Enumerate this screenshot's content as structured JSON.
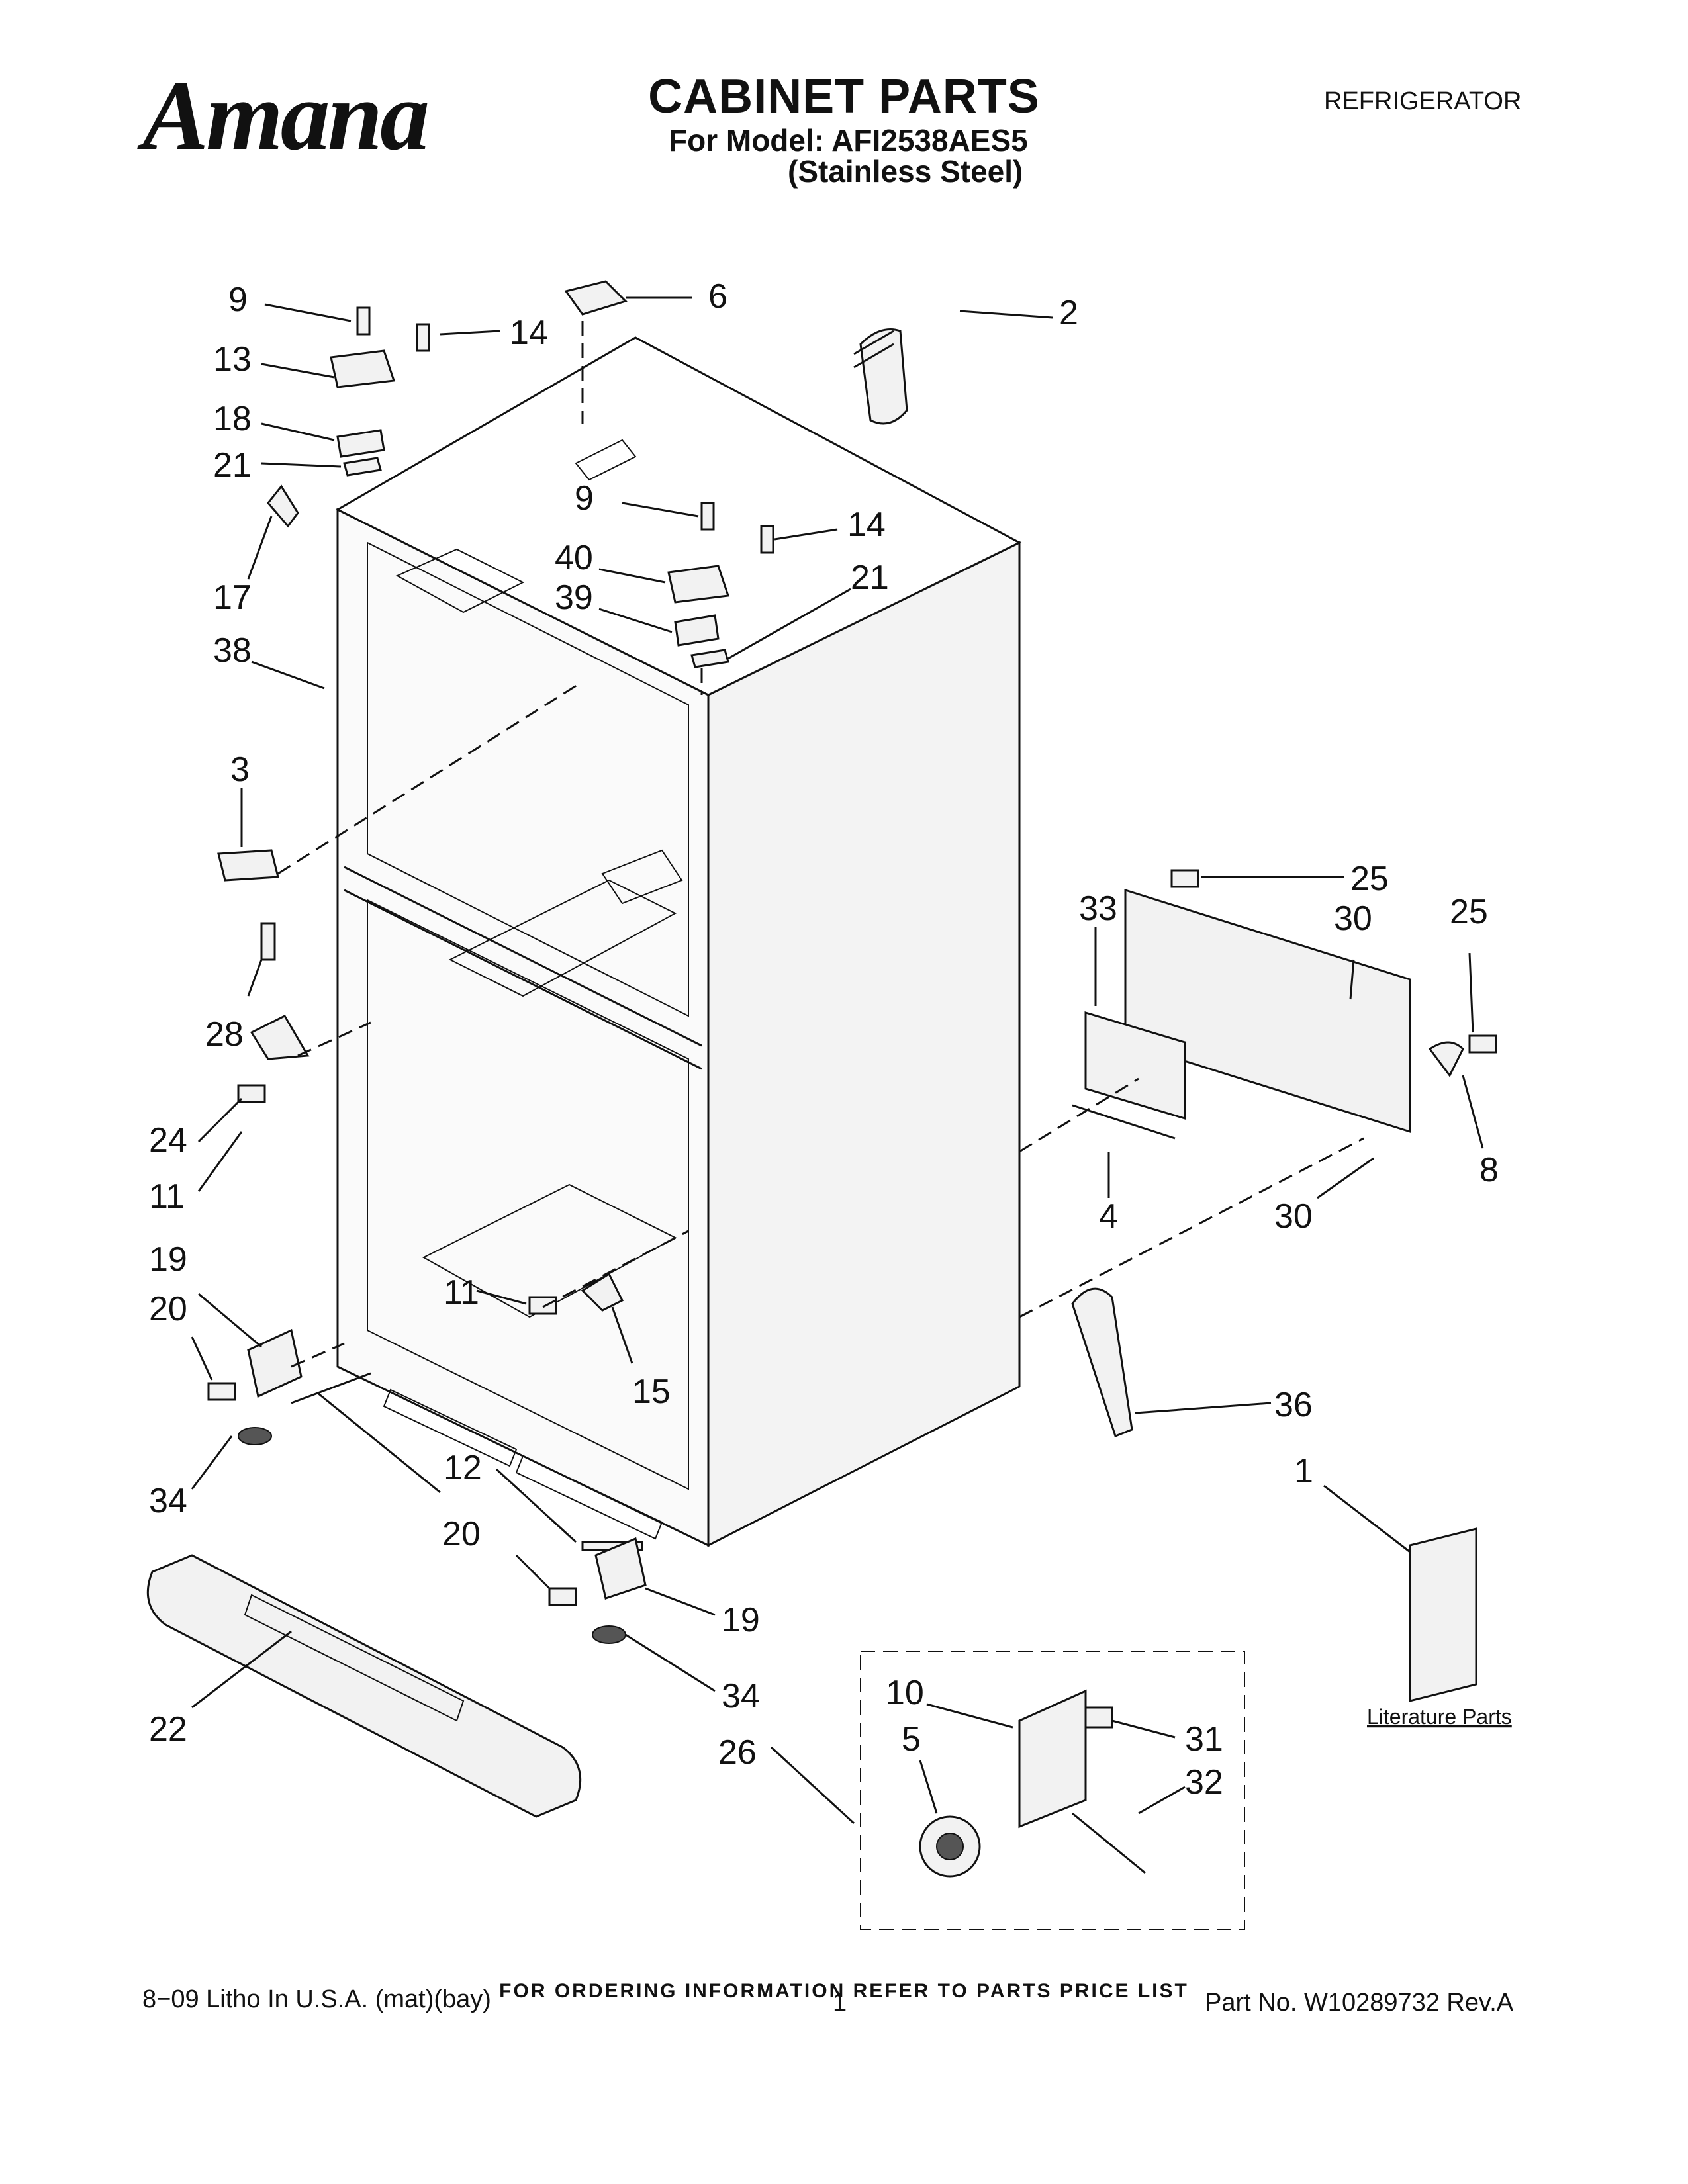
{
  "header": {
    "brand": "Amana",
    "title": "CABINET PARTS",
    "model_line": "For Model: AFI2538AES5",
    "finish_line": "(Stainless Steel)",
    "category": "REFRIGERATOR"
  },
  "callouts": [
    "9",
    "14",
    "6",
    "2",
    "13",
    "18",
    "21",
    "17",
    "9",
    "14",
    "40",
    "39",
    "21",
    "38",
    "3",
    "28",
    "25",
    "33",
    "30",
    "25",
    "24",
    "11",
    "4",
    "30",
    "8",
    "19",
    "20",
    "11",
    "15",
    "36",
    "12",
    "34",
    "1",
    "20",
    "19",
    "34",
    "22",
    "26",
    "10",
    "5",
    "31",
    "32"
  ],
  "literature_label": "Literature Parts",
  "footer": {
    "ordering_note": "FOR ORDERING INFORMATION REFER TO PARTS PRICE LIST",
    "litho": "8−09 Litho In U.S.A. (mat)(bay)",
    "page": "1",
    "part_no": "Part No. W10289732 Rev.A"
  }
}
